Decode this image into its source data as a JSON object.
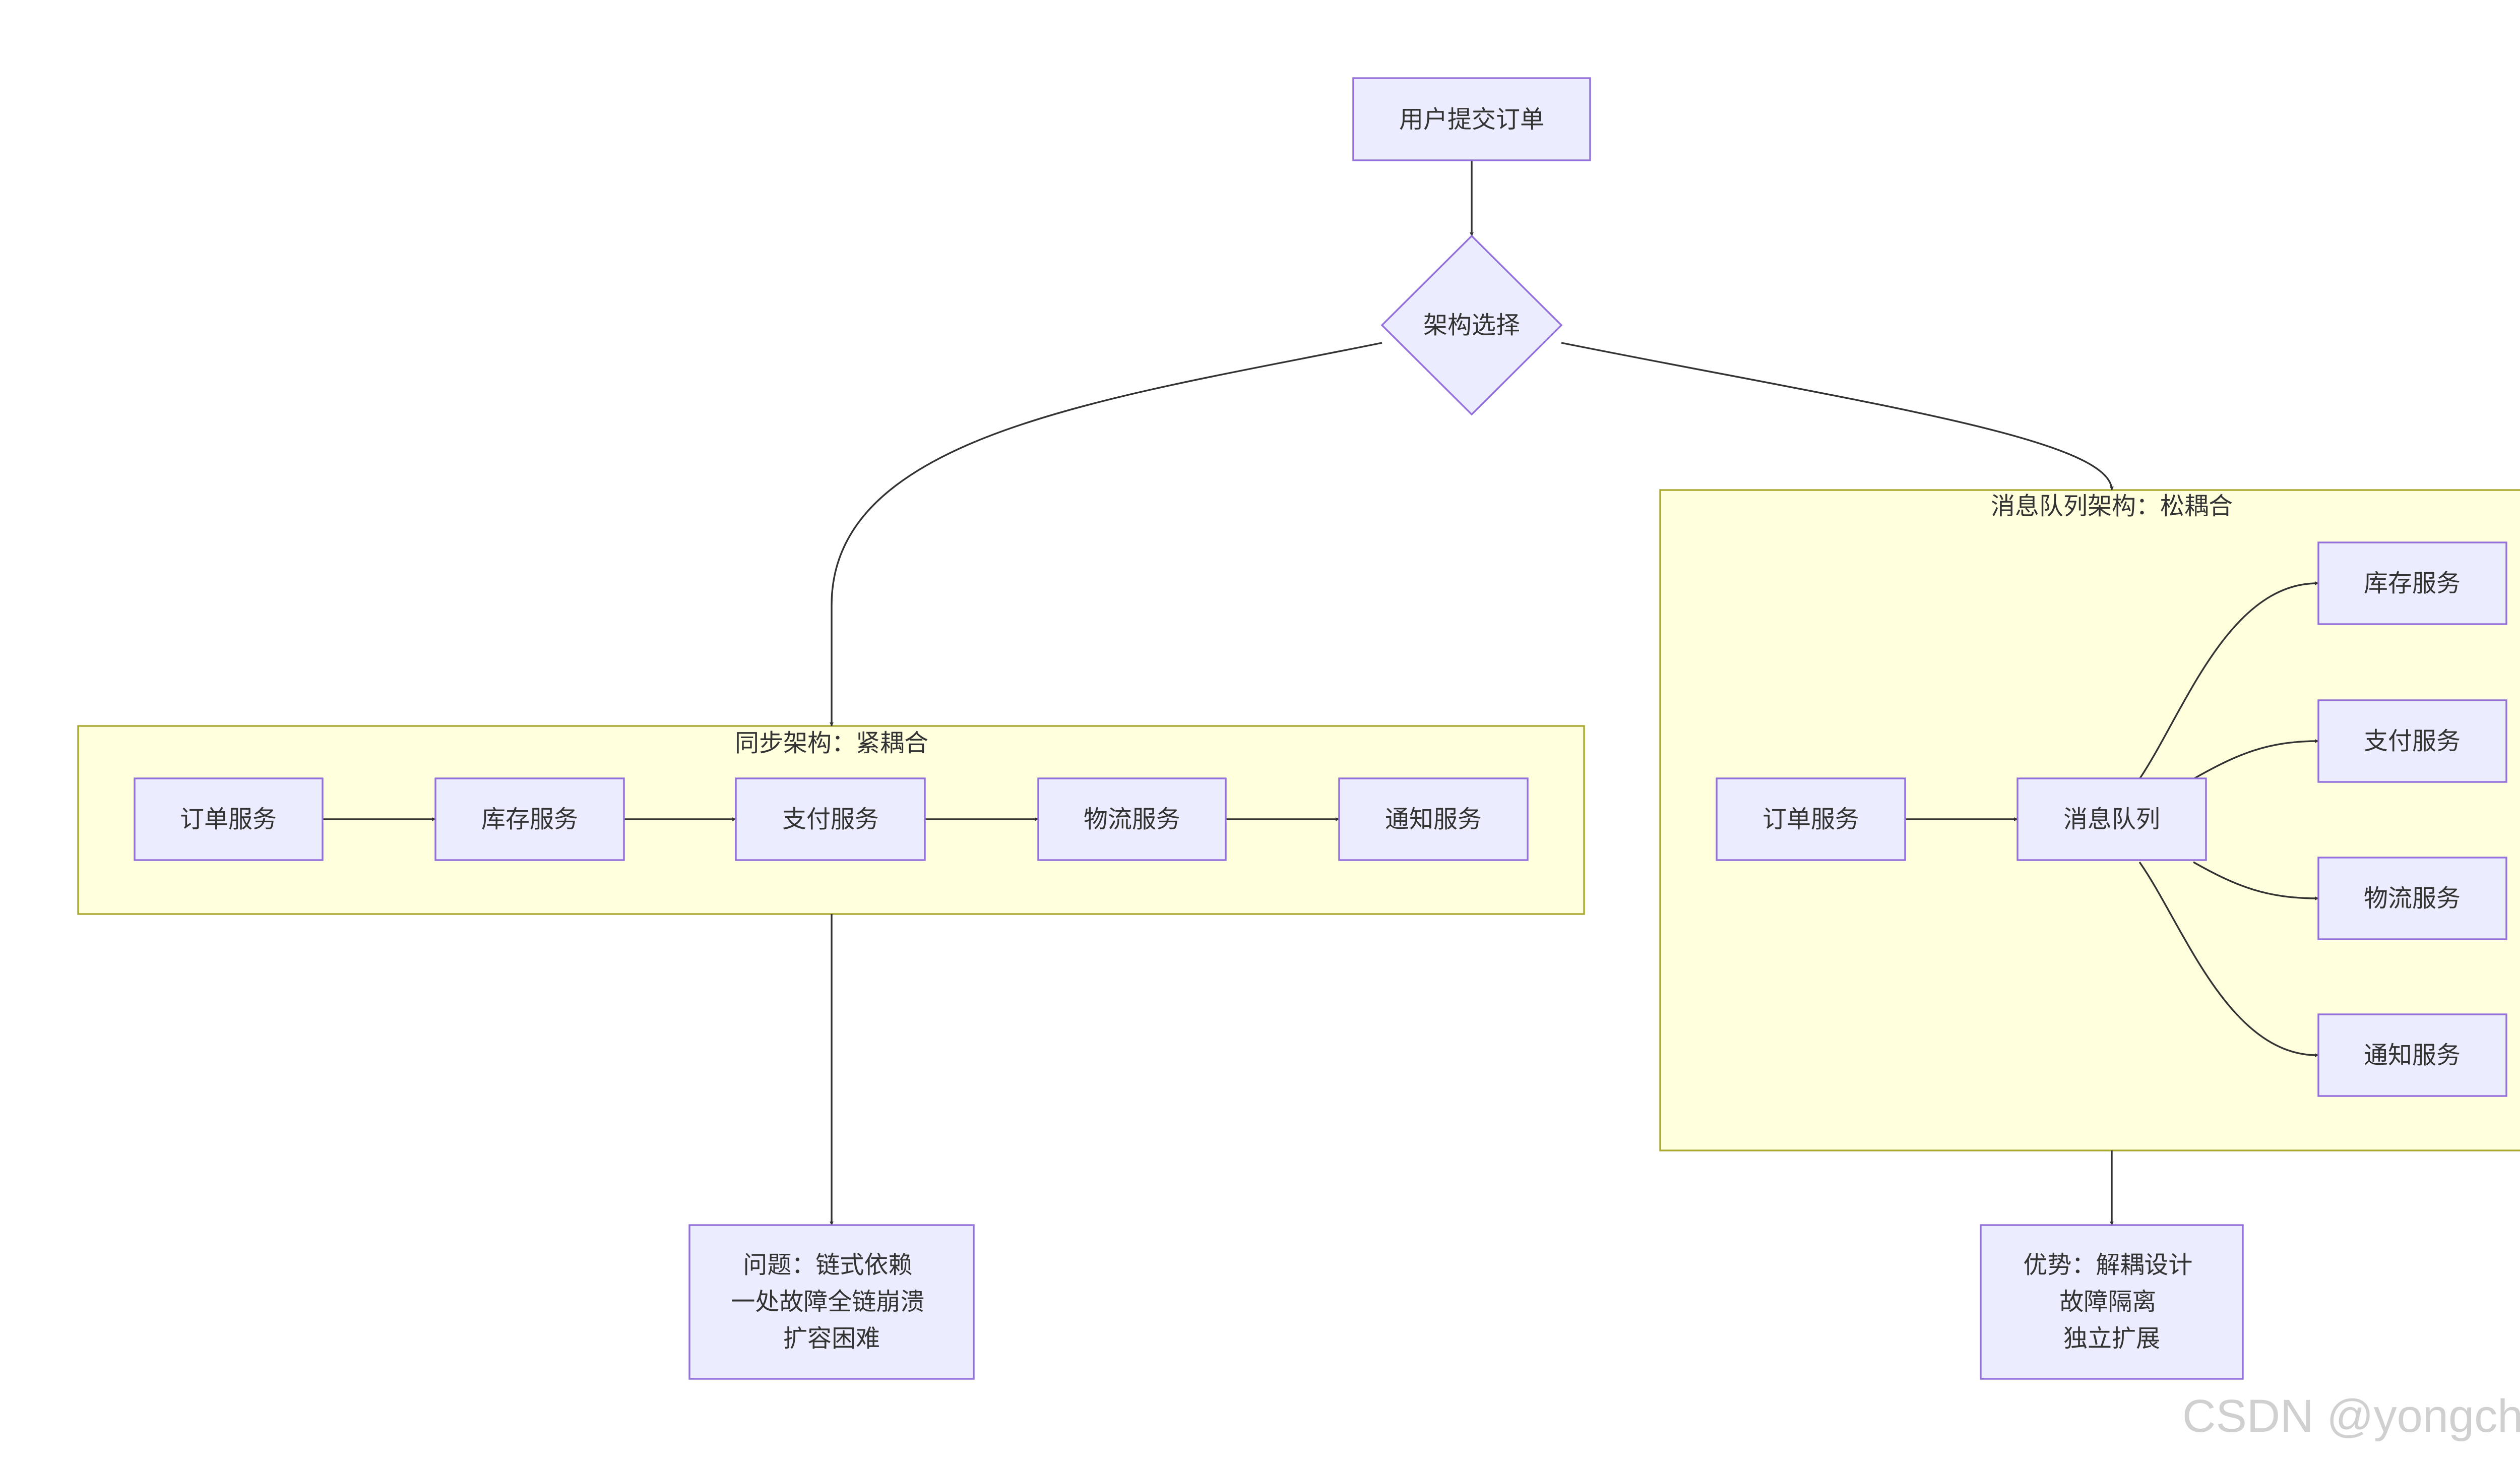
{
  "nodes": {
    "submit": "用户提交订单",
    "decision": "架构选择",
    "sync_order": "订单服务",
    "sync_inventory": "库存服务",
    "sync_payment": "支付服务",
    "sync_logistics": "物流服务",
    "sync_notify": "通知服务",
    "mq_order": "订单服务",
    "mq_queue": "消息队列",
    "mq_inventory": "库存服务",
    "mq_payment": "支付服务",
    "mq_logistics": "物流服务",
    "mq_notify": "通知服务",
    "problem": [
      "问题：链式依赖",
      "一处故障全链崩溃",
      "扩容困难"
    ],
    "advantage": [
      "优势：解耦设计",
      "故障隔离",
      "独立扩展"
    ]
  },
  "clusters": {
    "sync": "同步架构：紧耦合",
    "mq": "消息队列架构：松耦合"
  },
  "colors": {
    "node_fill": "#ECECFF",
    "node_stroke": "#9370DB",
    "cluster_fill": "#FFFFDE",
    "cluster_stroke": "#AAAA33",
    "edge": "#333333"
  },
  "watermark": "CSDN @yongche_shi"
}
